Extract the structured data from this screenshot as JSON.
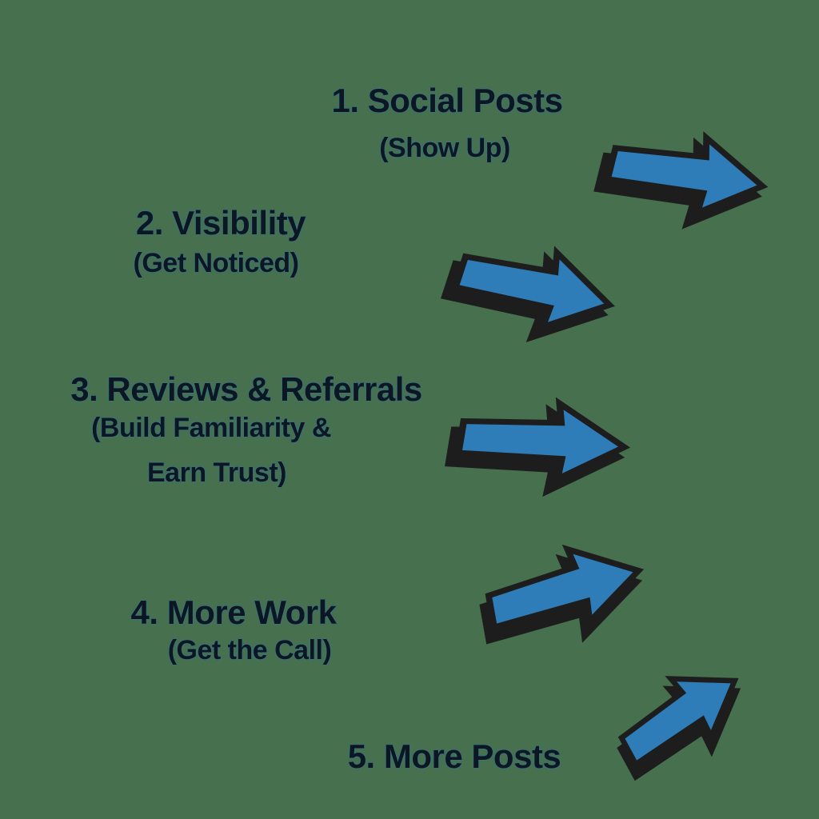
{
  "colors": {
    "background": "#47704E",
    "arrow_fill": "#2E7CB8",
    "arrow_outline": "#1D1D1D",
    "text": "#0D1722"
  },
  "steps": [
    {
      "title": "1. Social Posts",
      "subtitle_lines": [
        "(Show Up)"
      ]
    },
    {
      "title": "2. Visibility",
      "subtitle_lines": [
        "(Get Noticed)"
      ]
    },
    {
      "title": "3. Reviews & Referrals",
      "subtitle_lines": [
        "(Build Familiarity &",
        "Earn Trust)"
      ]
    },
    {
      "title": "4. More Work",
      "subtitle_lines": [
        "(Get the Call)"
      ]
    },
    {
      "title": "5. More Posts",
      "subtitle_lines": []
    }
  ],
  "arrows": [
    {
      "icon": "arrow-right-icon",
      "direction": "right-down"
    },
    {
      "icon": "arrow-right-icon",
      "direction": "right-down"
    },
    {
      "icon": "arrow-right-icon",
      "direction": "right"
    },
    {
      "icon": "arrow-right-icon",
      "direction": "right-up"
    },
    {
      "icon": "arrow-right-icon",
      "direction": "up-right"
    }
  ]
}
